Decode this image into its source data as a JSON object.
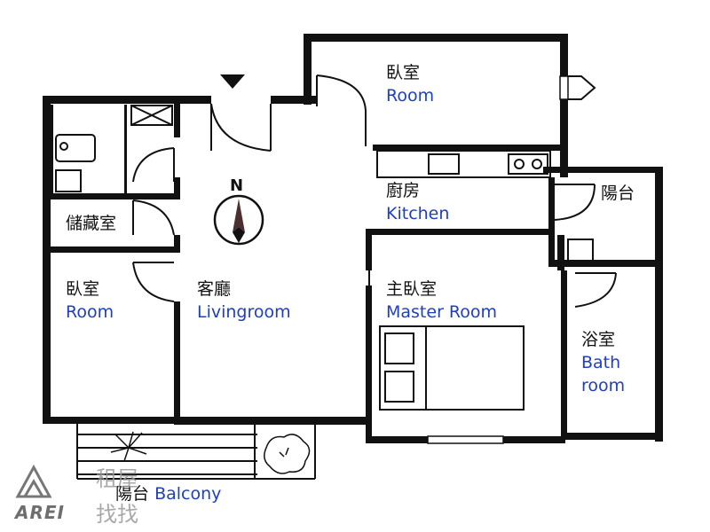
{
  "rooms": {
    "bedroom_top": {
      "zh": "臥室",
      "en": "Room"
    },
    "kitchen": {
      "zh": "廚房",
      "en": "Kitchen"
    },
    "balcony_right": {
      "zh": "陽台"
    },
    "storage": {
      "zh": "儲藏室"
    },
    "bedroom_left": {
      "zh": "臥室",
      "en": "Room"
    },
    "living": {
      "zh": "客廳",
      "en": "Livingroom"
    },
    "master": {
      "zh": "主臥室",
      "en": "Master Room"
    },
    "bath": {
      "zh": "浴室",
      "en": "Bath",
      "en2": "room"
    },
    "balcony_bottom": {
      "zh": "陽台",
      "en": "Balcony"
    }
  },
  "compass": {
    "label": "N"
  },
  "logo": {
    "text": "AREI",
    "wm1": "租屋",
    "wm2": "找找"
  },
  "colors": {
    "wall": "#111111",
    "label_en": "#1f3fbf",
    "label_zh": "#111111",
    "watermark": "#8a8a8a"
  }
}
